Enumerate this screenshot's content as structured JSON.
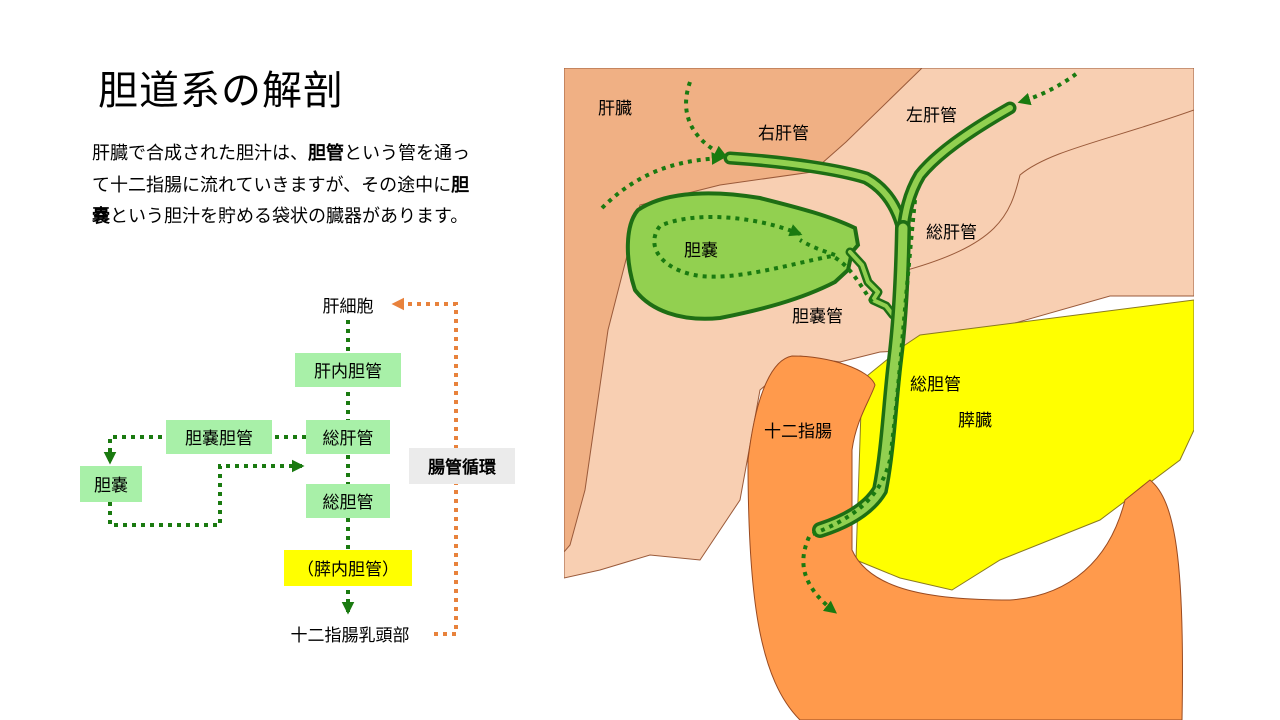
{
  "slide": {
    "title": "胆道系の解剖",
    "intro": {
      "p1": "肝臓で合成された胆汁は、",
      "b1": "胆管",
      "p2": "という管を通って十二指腸に流れていきますが、その途中に",
      "b2": "胆嚢",
      "p3": "という胆汁を貯める袋状の臓器があります。"
    }
  },
  "flowchart": {
    "top": "肝細胞",
    "intrahepatic": "肝内胆管",
    "common_hepatic": "総肝管",
    "cystic": "胆嚢胆管",
    "gallbladder": "胆嚢",
    "common_bile": "総胆管",
    "intrapancreatic": "（膵内胆管）",
    "papilla": "十二指腸乳頭部",
    "enterohepatic": "腸管循環"
  },
  "anatomy": {
    "liver": "肝臓",
    "right_hepatic": "右肝管",
    "left_hepatic": "左肝管",
    "gallbladder": "胆嚢",
    "common_hepatic": "総肝管",
    "cystic_duct": "胆嚢管",
    "common_bile": "総胆管",
    "pancreas": "膵臓",
    "duodenum": "十二指腸"
  },
  "colors": {
    "liver_dark": "#f0b084",
    "liver_light": "#f8cfb2",
    "gallbladder": "#92d050",
    "duct_outline": "#1e6e14",
    "pancreas": "#ffff00",
    "duodenum": "#ff9a4c",
    "flow_arrow": "#1a7a10",
    "enterohepatic_arrow": "#e8823c",
    "box_green": "#a8f0a8",
    "box_yellow": "#ffff00",
    "box_gray": "#ebebeb"
  }
}
